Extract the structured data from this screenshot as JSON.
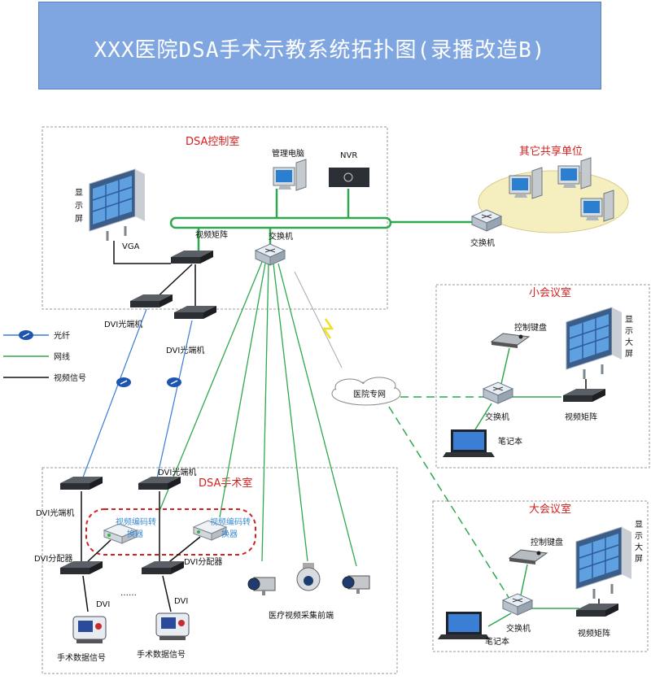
{
  "title": "XXX医院DSA手术示教系统拓扑图(录播改造B)",
  "rooms": {
    "control": "DSA控制室",
    "surgery": "DSA手术室",
    "small_meeting": "小会议室",
    "large_meeting": "大会议室",
    "other_units": "其它共享单位"
  },
  "labels": {
    "display_vertical": [
      "显",
      "示",
      "屏"
    ],
    "display_big_vertical": [
      "显",
      "示",
      "大",
      "屏"
    ],
    "vga": "VGA",
    "video_matrix": "视频矩阵",
    "switch": "交换机",
    "mgmt_pc": "管理电脑",
    "nvr": "NVR",
    "dvi_optical": "DVI光端机",
    "dvi_splitter": "DVI分配器",
    "dvi": "DVI",
    "encoder_line1": "视频编码转",
    "encoder_line2": "换器",
    "ellipsis": "……",
    "surgery_data": "手术数据信号",
    "camera_frontend": "医疗视频采集前端",
    "hospital_net": "医院专网",
    "control_keyboard": "控制键盘",
    "laptop": "笔记本"
  },
  "legend": {
    "fiber": "光纤",
    "network": "网线",
    "video": "视频信号"
  },
  "colors": {
    "title_bg": "#7fa6e0",
    "room_label": "#d42020",
    "network": "#2fa84f",
    "fiber": "#3a7bd5",
    "video": "#111111",
    "wan_dash": "#2fa84f",
    "encoder_box": "#d42020",
    "other_units_bg": "#f5efbf"
  }
}
